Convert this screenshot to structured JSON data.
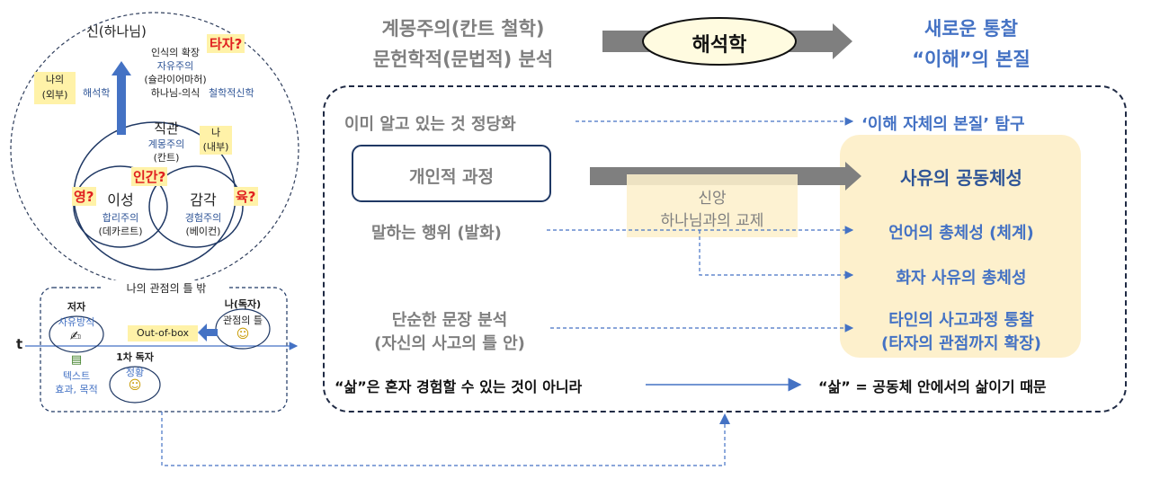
{
  "circle": {
    "god": "신(하나님)",
    "expand_title": "인식의 확장",
    "liberalism": "자유주의",
    "schleiermacher": "(슐라이어마허)",
    "god_consciousness": "하나님-의식",
    "other_q": "타자?",
    "my_outside_1": "나의",
    "my_outside_2": "(외부)",
    "hermeneutics_left": "해석학",
    "philo_theology": "철학적신학",
    "intuition": "직관",
    "enlightenment": "계몽주의",
    "kant": "(칸트)",
    "me_inside_1": "나",
    "me_inside_2": "(내부)",
    "human_q": "인간?",
    "spirit_q": "영?",
    "flesh_q": "육?",
    "reason": "이성",
    "rationalism": "합리주의",
    "descartes": "(데카르트)",
    "sense": "감각",
    "empiricism": "경험주의",
    "bacon": "(베이컨)"
  },
  "frame": {
    "title": "나의 관점의 틀 밖",
    "author": "저자",
    "thinking": "사유방식",
    "reader": "나(독자)",
    "view_frame": "관점의 틀",
    "out_of_box": "Out-of-box",
    "t_axis": "t",
    "first_reader": "1차 독자",
    "situation": "정황",
    "text_1": "텍스트",
    "text_2": "효과, 목적"
  },
  "top": {
    "left_1": "계몽주의(칸트 철학)",
    "left_2": "문헌학적(문법적) 분석",
    "center": "해석학",
    "right_1": "새로운 통찰",
    "right_2": "“이해”의 본질"
  },
  "rows": {
    "already_known": "이미 알고 있는 것 정당화",
    "essence": "‘이해 자체의 본질’ 탐구",
    "personal": "개인적 과정",
    "community": "사유의 공동체성",
    "faith_1": "신앙",
    "faith_2": "하나님과의 교제",
    "speech": "말하는 행위 (발화)",
    "lang_total": "언어의 총체성 (체계)",
    "speaker_total": "화자 사유의 총체성",
    "simple_1": "단순한 문장 분석",
    "simple_2": "(자신의 사고의 틀 안)",
    "insight_1": "타인의 사고과정 통찰",
    "insight_2": "(타자의 관점까지 확장)",
    "life_alone": "“삶”은 혼자 경험할 수 있는 것이 아니라",
    "life_community": "“삶” = 공동체 안에서의 삶이기 때문"
  },
  "colors": {
    "gray": "#7f7f7f",
    "blue": "#2f5597",
    "highlight": "#fff2a8",
    "panel": "#fdf0cc",
    "red": "#e02020"
  }
}
